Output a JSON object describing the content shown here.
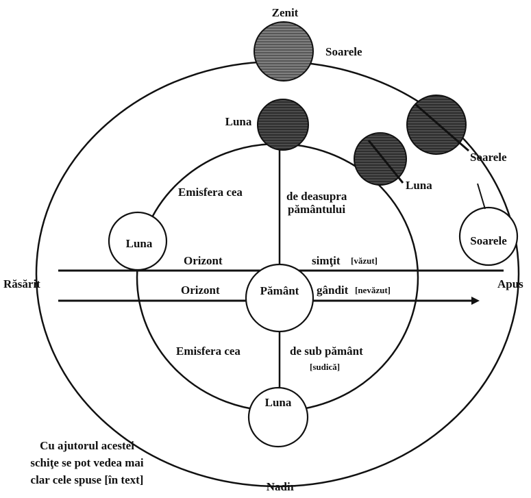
{
  "diagram": {
    "labels": {
      "zenit": "Zenit",
      "nadir": "Nadir",
      "rasarit": "Răsărit",
      "apus": "Apus",
      "soarele_top": "Soarele",
      "soarele_right_upper": "Soarele",
      "soarele_right_lower": "Soarele",
      "luna_top": "Luna",
      "luna_right": "Luna",
      "luna_left": "Luna",
      "luna_bottom": "Luna",
      "pamant": "Pământ",
      "emisfera_upper": "Emisfera cea",
      "deasupra_line1": "de deasupra",
      "deasupra_line2": "pământului",
      "orizont_upper": "Orizont",
      "simtit": "simţit",
      "vazut": "[văzut]",
      "orizont_lower": "Orizont",
      "gandit": "gândit",
      "nevazut": "[nevăzut]",
      "emisfera_lower": "Emisfera cea",
      "de_sub_pamant": "de sub pământ",
      "sudica": "[sudică]",
      "caption_line1": "Cu ajutorul acestei",
      "caption_line2": "schiţe se pot vedea mai",
      "caption_line3": "clar cele spuse [în text]"
    },
    "colors": {
      "ink": "#111111",
      "shaded_fill": "#7a7a7a",
      "background": "#ffffff"
    }
  }
}
